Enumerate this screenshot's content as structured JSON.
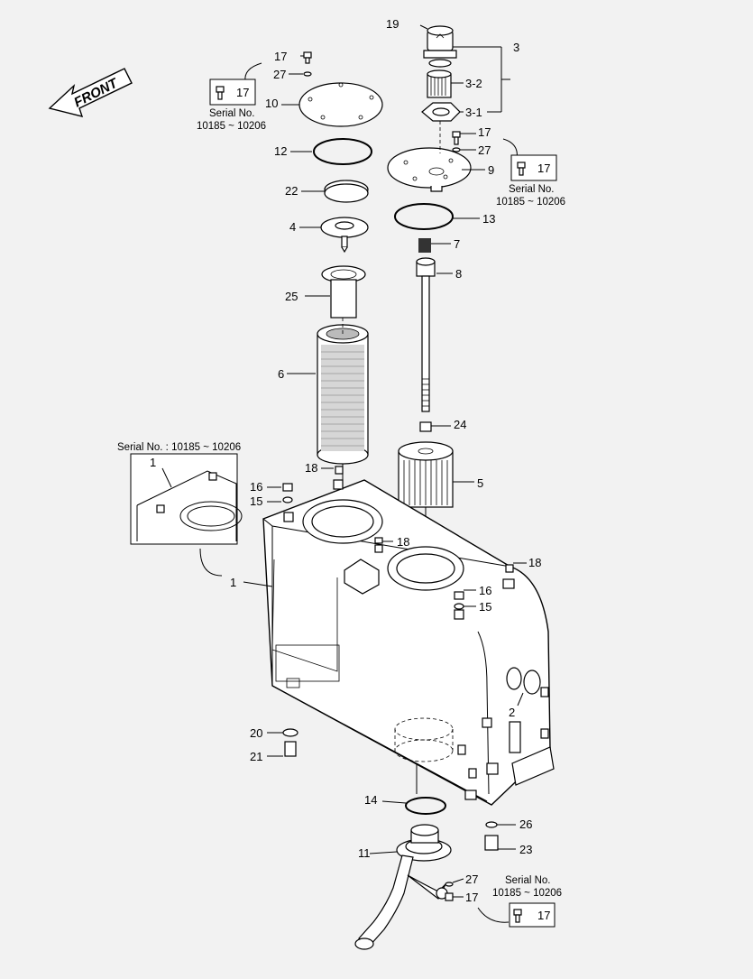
{
  "front_label": "FRONT",
  "serial_label": "Serial No.",
  "serial_range": "10185 ~ 10206",
  "serial_inline": "Serial No. : 10185 ~ 10206",
  "callouts": {
    "p19": "19",
    "p3": "3",
    "p3_2": "3-2",
    "p3_1": "3-1",
    "p17a": "17",
    "p27a": "27",
    "p10": "10",
    "p12": "12",
    "p22": "22",
    "p4": "4",
    "p25": "25",
    "p6": "6",
    "p17b": "17",
    "p27b": "27",
    "p9": "9",
    "p13": "13",
    "p7": "7",
    "p8": "8",
    "p24": "24",
    "p5": "5",
    "p1a": "1",
    "p1b": "1",
    "p16a": "16",
    "p15a": "15",
    "p18a": "18",
    "p18b": "18",
    "p18c": "18",
    "p16b": "16",
    "p15b": "15",
    "p2": "2",
    "p20": "20",
    "p21": "21",
    "p14": "14",
    "p11": "11",
    "p26": "26",
    "p23": "23",
    "p27c": "27",
    "p17c": "17",
    "box_a": "17",
    "box_b": "17",
    "box_c": "17"
  }
}
